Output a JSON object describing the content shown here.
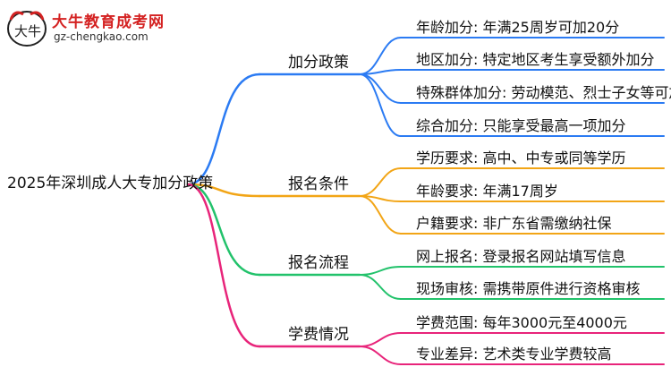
{
  "watermark": {
    "title": "大牛教育成考网",
    "url": "gz-chengkao.com",
    "logo_glyph": "大牛"
  },
  "root": "2025年深圳成人大专加分政策",
  "branches": [
    {
      "label": "加分政策",
      "color": "#2b7bf3",
      "leaves": [
        "年龄加分: 年满25周岁可加20分",
        "地区加分: 特定地区考生享受额外加分",
        "特殊群体加分: 劳动模范、烈士子女等可加分",
        "综合加分: 只能享受最高一项加分"
      ]
    },
    {
      "label": "报名条件",
      "color": "#f2a516",
      "leaves": [
        "学历要求: 高中、中专或同等学历",
        "年龄要求: 年满17周岁",
        "户籍要求: 非广东省需缴纳社保"
      ]
    },
    {
      "label": "报名流程",
      "color": "#22c26b",
      "leaves": [
        "网上报名: 登录报名网站填写信息",
        "现场审核: 需携带原件进行资格审核"
      ]
    },
    {
      "label": "学费情况",
      "color": "#e8247a",
      "leaves": [
        "学费范围: 每年3000元至4000元",
        "专业差异: 艺术类专业学费较高"
      ]
    }
  ]
}
